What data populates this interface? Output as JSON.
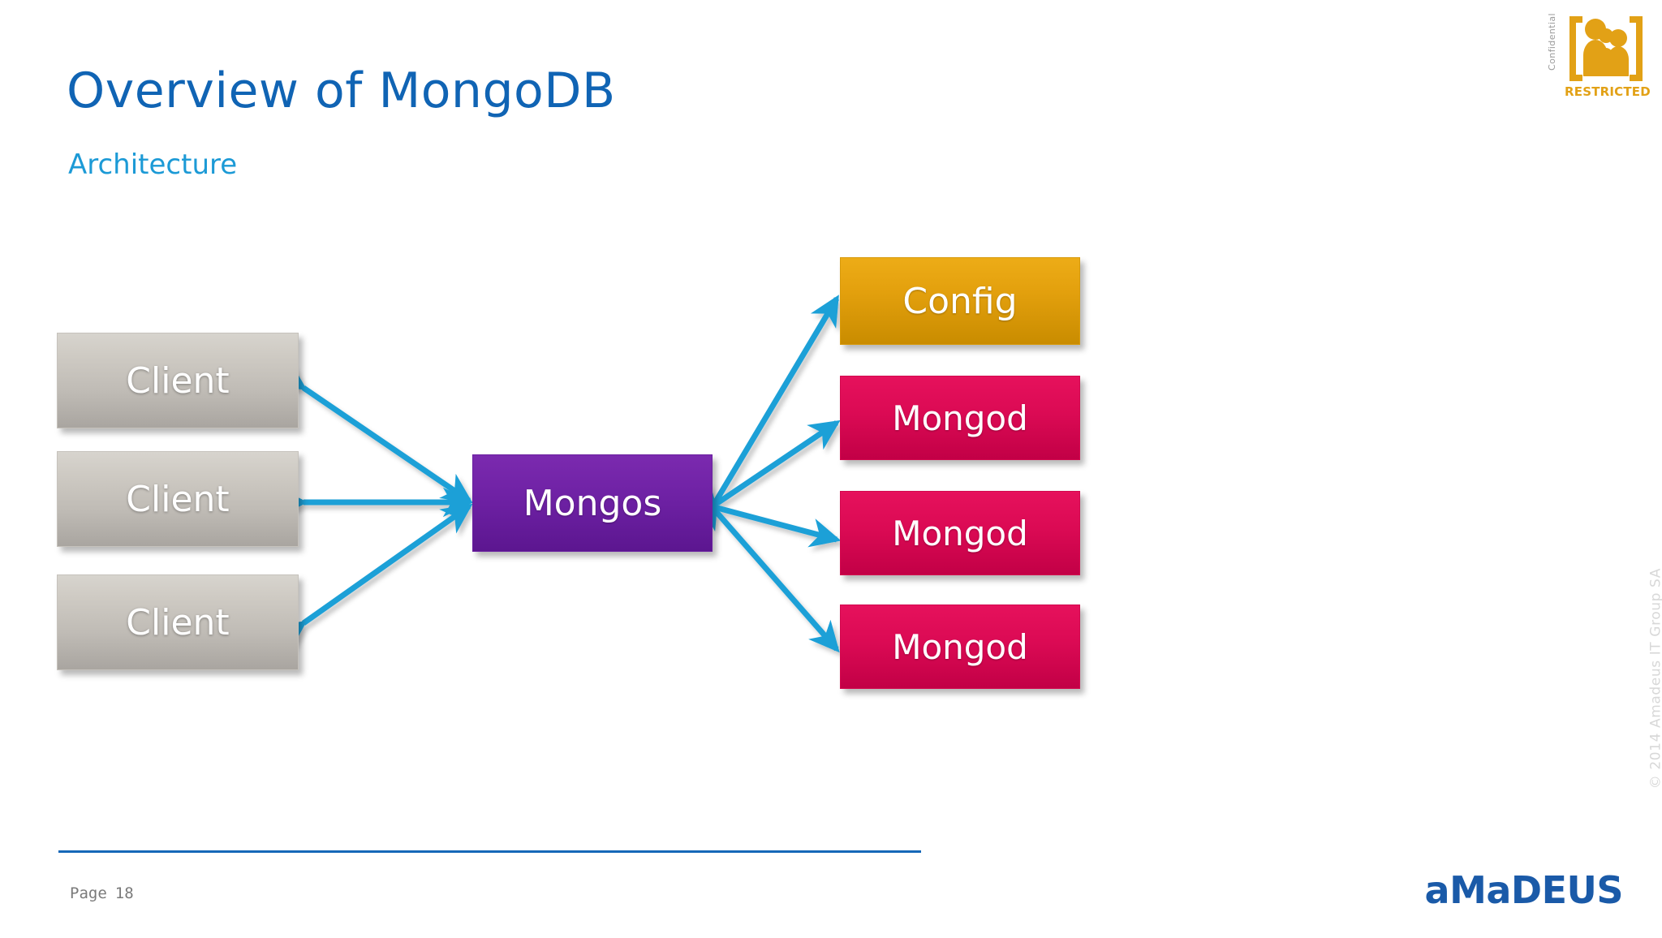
{
  "slide": {
    "title": "Overview of MongoDB",
    "subtitle": "Architecture",
    "background_color": "#FFFFFF",
    "title_color": "#1064B4",
    "subtitle_color": "#1C9AD6"
  },
  "confidential_badge": {
    "vertical_label": "Confidential",
    "classification": "RESTRICTED",
    "icon": "people-in-brackets-icon",
    "color": "#E2A116"
  },
  "diagram": {
    "type": "architecture-node-diagram",
    "arrow_color": "#1BA0D7",
    "arrow_style": "double-headed",
    "nodes": [
      {
        "id": "client-1",
        "label": "Client",
        "group": "client",
        "color": "#BFBBB5"
      },
      {
        "id": "client-2",
        "label": "Client",
        "group": "client",
        "color": "#BFBBB5"
      },
      {
        "id": "client-3",
        "label": "Client",
        "group": "client",
        "color": "#BFBBB5"
      },
      {
        "id": "mongos",
        "label": "Mongos",
        "group": "router",
        "color": "#6E21A4"
      },
      {
        "id": "config",
        "label": "Config",
        "group": "config",
        "color": "#E3A00D"
      },
      {
        "id": "mongod-1",
        "label": "Mongod",
        "group": "shard",
        "color": "#DB0A54"
      },
      {
        "id": "mongod-2",
        "label": "Mongod",
        "group": "shard",
        "color": "#DB0A54"
      },
      {
        "id": "mongod-3",
        "label": "Mongod",
        "group": "shard",
        "color": "#DB0A54"
      }
    ],
    "edges": [
      {
        "from": "client-1",
        "to": "mongos"
      },
      {
        "from": "client-2",
        "to": "mongos"
      },
      {
        "from": "client-3",
        "to": "mongos"
      },
      {
        "from": "mongos",
        "to": "config"
      },
      {
        "from": "mongos",
        "to": "mongod-1"
      },
      {
        "from": "mongos",
        "to": "mongod-2"
      },
      {
        "from": "mongos",
        "to": "mongod-3"
      }
    ]
  },
  "footer": {
    "page_word": "Page",
    "page_number": "18",
    "copyright": "© 2014 Amadeus IT Group SA",
    "logo_text": "aMaDEUS",
    "logo_color": "#1A5AA8",
    "rule_color": "#1668B8"
  }
}
